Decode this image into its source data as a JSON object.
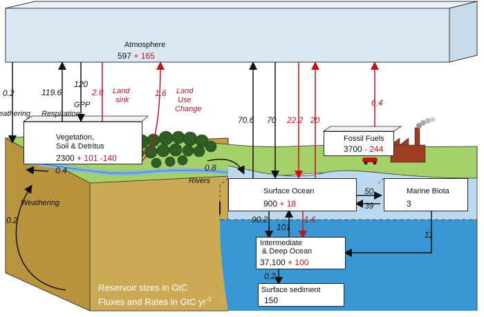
{
  "atmosphere": {
    "name": "Atmosphere",
    "value": "597",
    "delta": "+ 165"
  },
  "vegetation": {
    "name_line1": "Vegetation,",
    "name_line2": "Soil & Detritus",
    "value": "2300",
    "delta": "+ 101 -140"
  },
  "fossil": {
    "name": "Fossil Fuels",
    "value": "3700",
    "delta": "- 244"
  },
  "surface_ocean": {
    "name": "Surface Ocean",
    "value": "900",
    "delta": "+ 18"
  },
  "marine_biota": {
    "name": "Marine Biota",
    "value": "3"
  },
  "deep_ocean": {
    "name_line1": "Intermediate",
    "name_line2": "& Deep Ocean",
    "value": "37,100",
    "delta": "+ 100"
  },
  "sediment": {
    "name": "Surface sediment",
    "value": "150"
  },
  "fluxes": {
    "weathering_top": "0.2",
    "weathering_top_label": "Weathering",
    "respiration": "119.6",
    "respiration_label": "Respiration",
    "gpp": "120",
    "gpp_label": "GPP",
    "land_sink": "2.6",
    "land_sink_label_1": "Land",
    "land_sink_label_2": "sink",
    "land_use": "1.6",
    "land_use_label_1": "Land",
    "land_use_label_2": "Use",
    "land_use_label_3": "Change",
    "ocean_out": "70.6",
    "ocean_in": "70",
    "ocean_red_1": "22.2",
    "ocean_red_2": "20",
    "fossil_emit": "6.4",
    "rivers_0_4": "0.4",
    "rivers_0_8": "0.8",
    "rivers_label": "Rivers",
    "weathering_bottom": "0.2",
    "weathering_bottom_label": "Weathering",
    "to_biota": "50",
    "from_biota": "39",
    "down_90_2": "90.2",
    "up_101": "101",
    "red_1_6": "1.6",
    "biota_to_deep": "11",
    "to_sediment": "0.2"
  },
  "legend": {
    "line1": "Reservoir sizes in GtC",
    "line2": "Fluxes and Rates in GtC yr-1"
  },
  "colors": {
    "sky": "#dce9f3",
    "land": "#c9a64d",
    "grass": "#9ccc5e",
    "water": "#b7d7ef",
    "deep_water": "#2f8fcf",
    "red": "#c0141c"
  }
}
